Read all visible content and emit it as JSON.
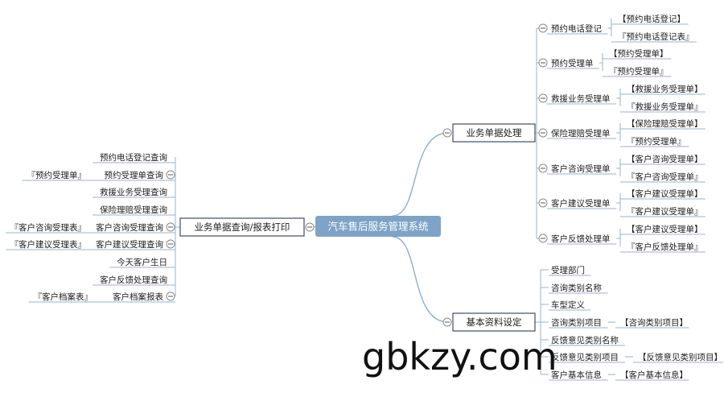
{
  "central": "汽车售后服务管理系统",
  "watermark": "gbkzy.com",
  "colors": {
    "center_fill": "#7ea3c6",
    "branch_line": "#8cb0cf",
    "topic_border": "#3b4f68",
    "leaf_line": "#9ab3c9",
    "collapse_ring": "#8a8a8a"
  },
  "right": [
    {
      "label": "业务单据处理",
      "items": [
        {
          "label": "预约电话登记",
          "subs": [
            "【预约电话登记】",
            "『预约电话登记表』"
          ]
        },
        {
          "label": "预约受理单",
          "subs": [
            "【预约受理单】",
            "『预约受理单』"
          ]
        },
        {
          "label": "救援业务受理单",
          "subs": [
            "【救援业务受理单】",
            "『救援业务受理单』"
          ]
        },
        {
          "label": "保险理赔受理单",
          "subs": [
            "【保险理赔受理单】",
            "『预约受理单』"
          ]
        },
        {
          "label": "客户咨询受理单",
          "subs": [
            "【客户咨询受理单】",
            "『客户咨询受理单』"
          ]
        },
        {
          "label": "客户建议受理单",
          "subs": [
            "【客户建议受理单】",
            "『客户建议受理单』"
          ]
        },
        {
          "label": "客户反馈处理单",
          "subs": [
            "【客户建议受理单】",
            "『客户反馈处理单』"
          ]
        }
      ]
    },
    {
      "label": "基本资料设定",
      "items": [
        {
          "label": "受理部门",
          "subs": []
        },
        {
          "label": "咨询类别名称",
          "subs": []
        },
        {
          "label": "车型定义",
          "subs": []
        },
        {
          "label": "咨询类别项目",
          "subs": [
            "【咨询类别项目】"
          ]
        },
        {
          "label": "反馈意见类别名称",
          "subs": []
        },
        {
          "label": "反馈意见类别项目",
          "subs": [
            "【反馈意见类别项目】"
          ]
        },
        {
          "label": "客户基本信息",
          "subs": [
            "【客户基本信息】"
          ]
        }
      ]
    }
  ],
  "left": [
    {
      "label": "业务单据查询/报表打印",
      "items": [
        {
          "label": "预约电话登记查询",
          "subs": []
        },
        {
          "label": "预约受理单查询",
          "subs": [
            "『预约受理单』"
          ]
        },
        {
          "label": "救援业务受理查询",
          "subs": []
        },
        {
          "label": "保险理赔受理查询",
          "subs": []
        },
        {
          "label": "客户咨询受理查询",
          "subs": [
            "『客户咨询受理表』"
          ]
        },
        {
          "label": "客户建议受理查询",
          "subs": [
            "『客户建议受理表』"
          ]
        },
        {
          "label": "今天客户生日",
          "subs": []
        },
        {
          "label": "客户反馈处理查询",
          "subs": []
        },
        {
          "label": "客户档案报表",
          "subs": [
            "『客户档案表』"
          ]
        }
      ]
    }
  ]
}
